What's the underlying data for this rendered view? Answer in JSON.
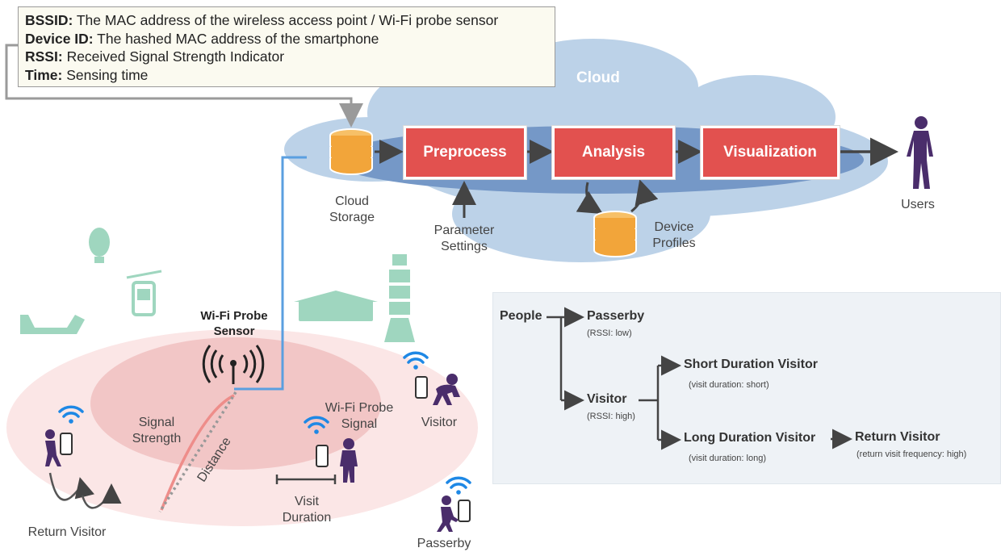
{
  "legend": [
    {
      "term": "BSSID:",
      "desc": "The MAC address of the wireless access point / Wi-Fi probe sensor"
    },
    {
      "term": "Device ID:",
      "desc": "The hashed MAC address of the smartphone"
    },
    {
      "term": "RSSI:",
      "desc": "Received Signal Strength Indicator"
    },
    {
      "term": "Time:",
      "desc": "Sensing time"
    }
  ],
  "cloud": {
    "title": "Cloud",
    "storage_label_1": "Cloud",
    "storage_label_2": "Storage",
    "steps": [
      "Preprocess",
      "Analysis",
      "Visualization"
    ],
    "params_label_1": "Parameter",
    "params_label_2": "Settings",
    "profiles_label_1": "Device",
    "profiles_label_2": "Profiles",
    "users_label": "Users"
  },
  "field": {
    "sensor_title_1": "Wi-Fi Probe",
    "sensor_title_2": "Sensor",
    "signal_strength_1": "Signal",
    "signal_strength_2": "Strength",
    "distance": "Distance",
    "probe_signal_1": "Wi-Fi Probe",
    "probe_signal_2": "Signal",
    "visit_duration_1": "Visit",
    "visit_duration_2": "Duration",
    "visitor": "Visitor",
    "return_visitor": "Return Visitor",
    "passerby": "Passerby"
  },
  "categories": {
    "root": "People",
    "passerby": {
      "name": "Passerby",
      "note": "(RSSI: low)"
    },
    "visitor": {
      "name": "Visitor",
      "note": "(RSSI: high)"
    },
    "short": {
      "name": "Short Duration Visitor",
      "note": "(visit duration: short)"
    },
    "long": {
      "name": "Long Duration Visitor",
      "note": "(visit duration: long)"
    },
    "ret": {
      "name": "Return Visitor",
      "note": "(return visit frequency: high)"
    }
  },
  "colors": {
    "process_red": "#e2514f",
    "cloud_outer": "#bcd2e8",
    "cloud_inner": "#6f93c4",
    "db_orange": "#f2a53a",
    "wifi_blue": "#1e88e5",
    "person_purple": "#4a2d6b",
    "zone_pink": "#f7d6d6",
    "landmark_green": "#9fd6bf",
    "tree_bg": "#eef2f6"
  }
}
